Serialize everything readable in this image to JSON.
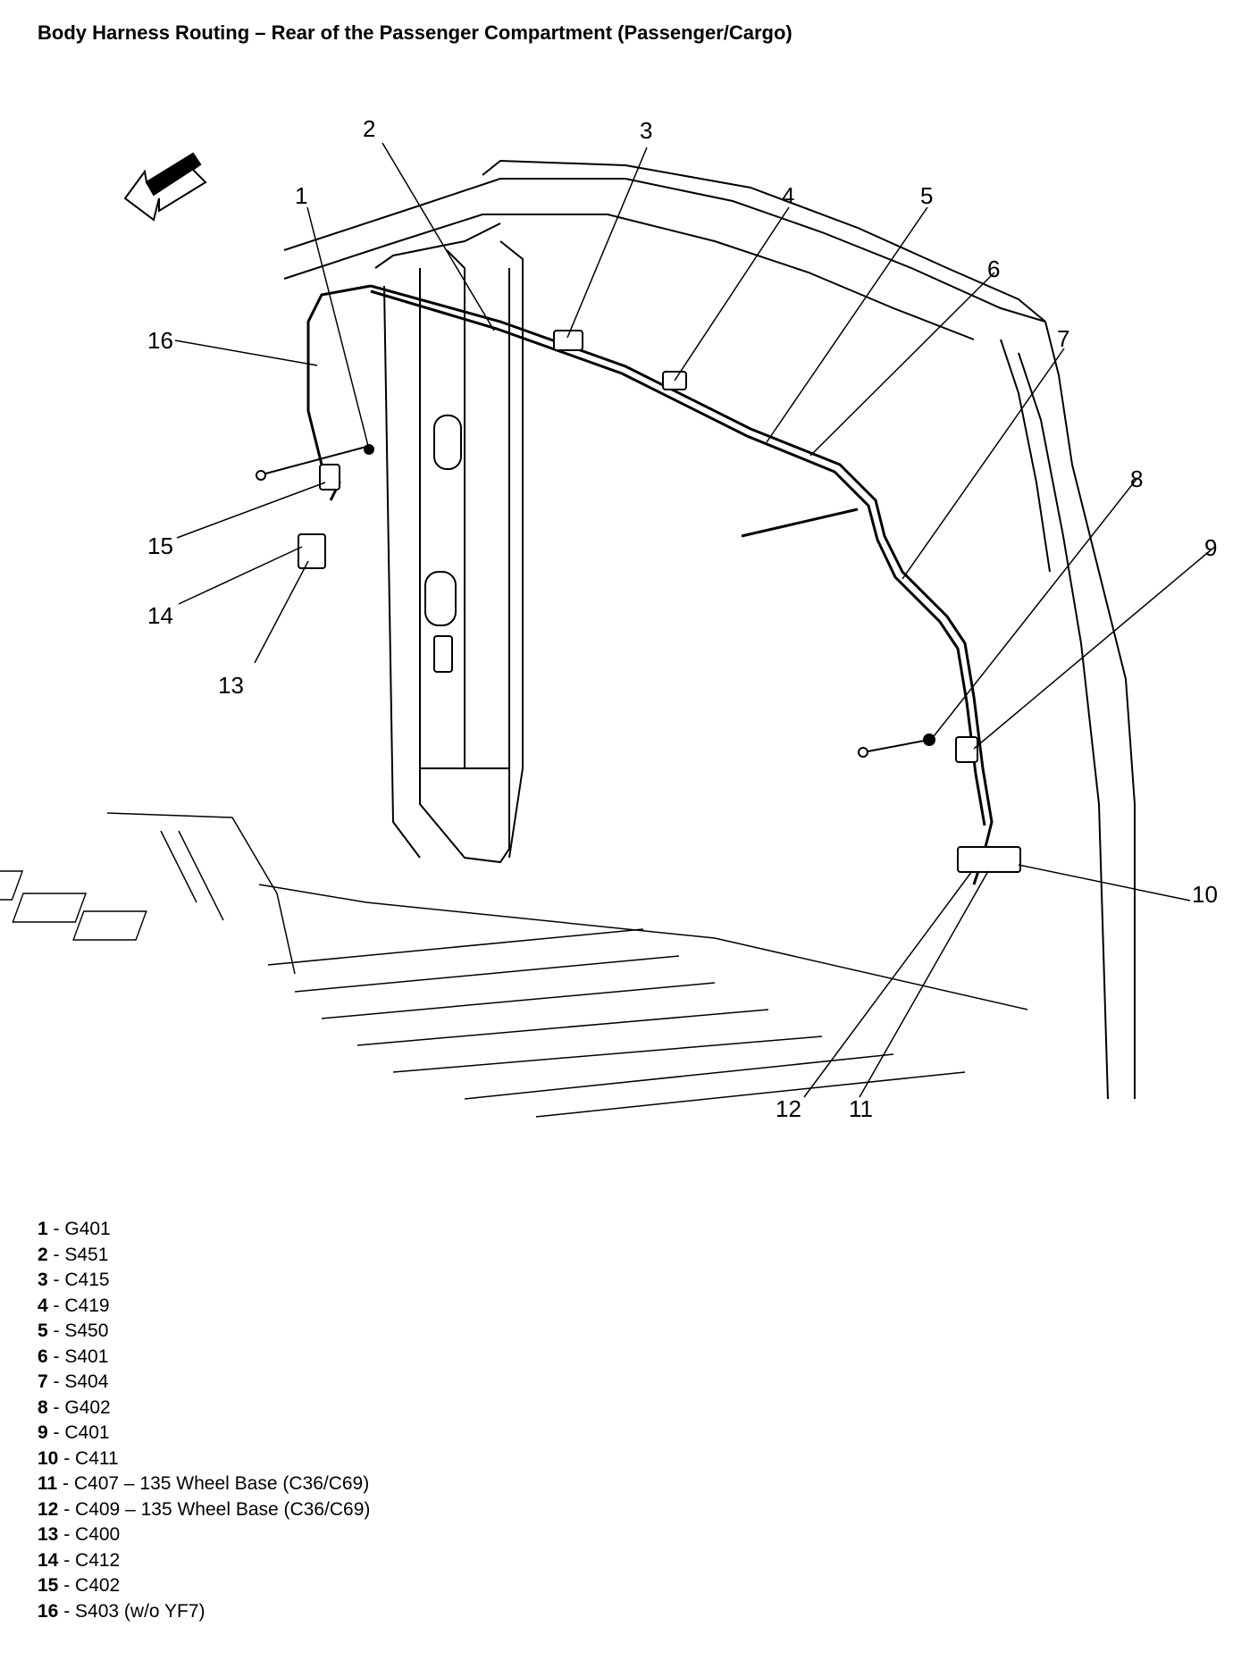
{
  "title": "Body Harness Routing – Rear of the Passenger Compartment (Passenger/Cargo)",
  "direction_icon": "arrow-forward-icon",
  "callouts": [
    "1",
    "2",
    "3",
    "4",
    "5",
    "6",
    "7",
    "8",
    "9",
    "10",
    "11",
    "12",
    "13",
    "14",
    "15",
    "16"
  ],
  "legend": [
    {
      "num": "1",
      "sep": " - ",
      "text": "G401"
    },
    {
      "num": "2",
      "sep": " - ",
      "text": "S451"
    },
    {
      "num": "3",
      "sep": " - ",
      "text": "C415"
    },
    {
      "num": "4",
      "sep": " - ",
      "text": "C419"
    },
    {
      "num": "5",
      "sep": " - ",
      "text": "S450"
    },
    {
      "num": "6",
      "sep": " - ",
      "text": "S401"
    },
    {
      "num": "7",
      "sep": " - ",
      "text": "S404"
    },
    {
      "num": "8",
      "sep": " - ",
      "text": "G402"
    },
    {
      "num": "9",
      "sep": " - ",
      "text": "C401"
    },
    {
      "num": "10",
      "sep": " - ",
      "text": "C411"
    },
    {
      "num": "11",
      "sep": " - ",
      "text": "C407 – 135 Wheel Base (C36/C69)"
    },
    {
      "num": "12",
      "sep": " - ",
      "text": "C409 – 135 Wheel Base (C36/C69)"
    },
    {
      "num": "13",
      "sep": " - ",
      "text": "C400"
    },
    {
      "num": "14",
      "sep": " - ",
      "text": "C412"
    },
    {
      "num": "15",
      "sep": " - ",
      "text": "C402"
    },
    {
      "num": "16",
      "sep": " - ",
      "text": "S403 (w/o YF7)"
    }
  ]
}
